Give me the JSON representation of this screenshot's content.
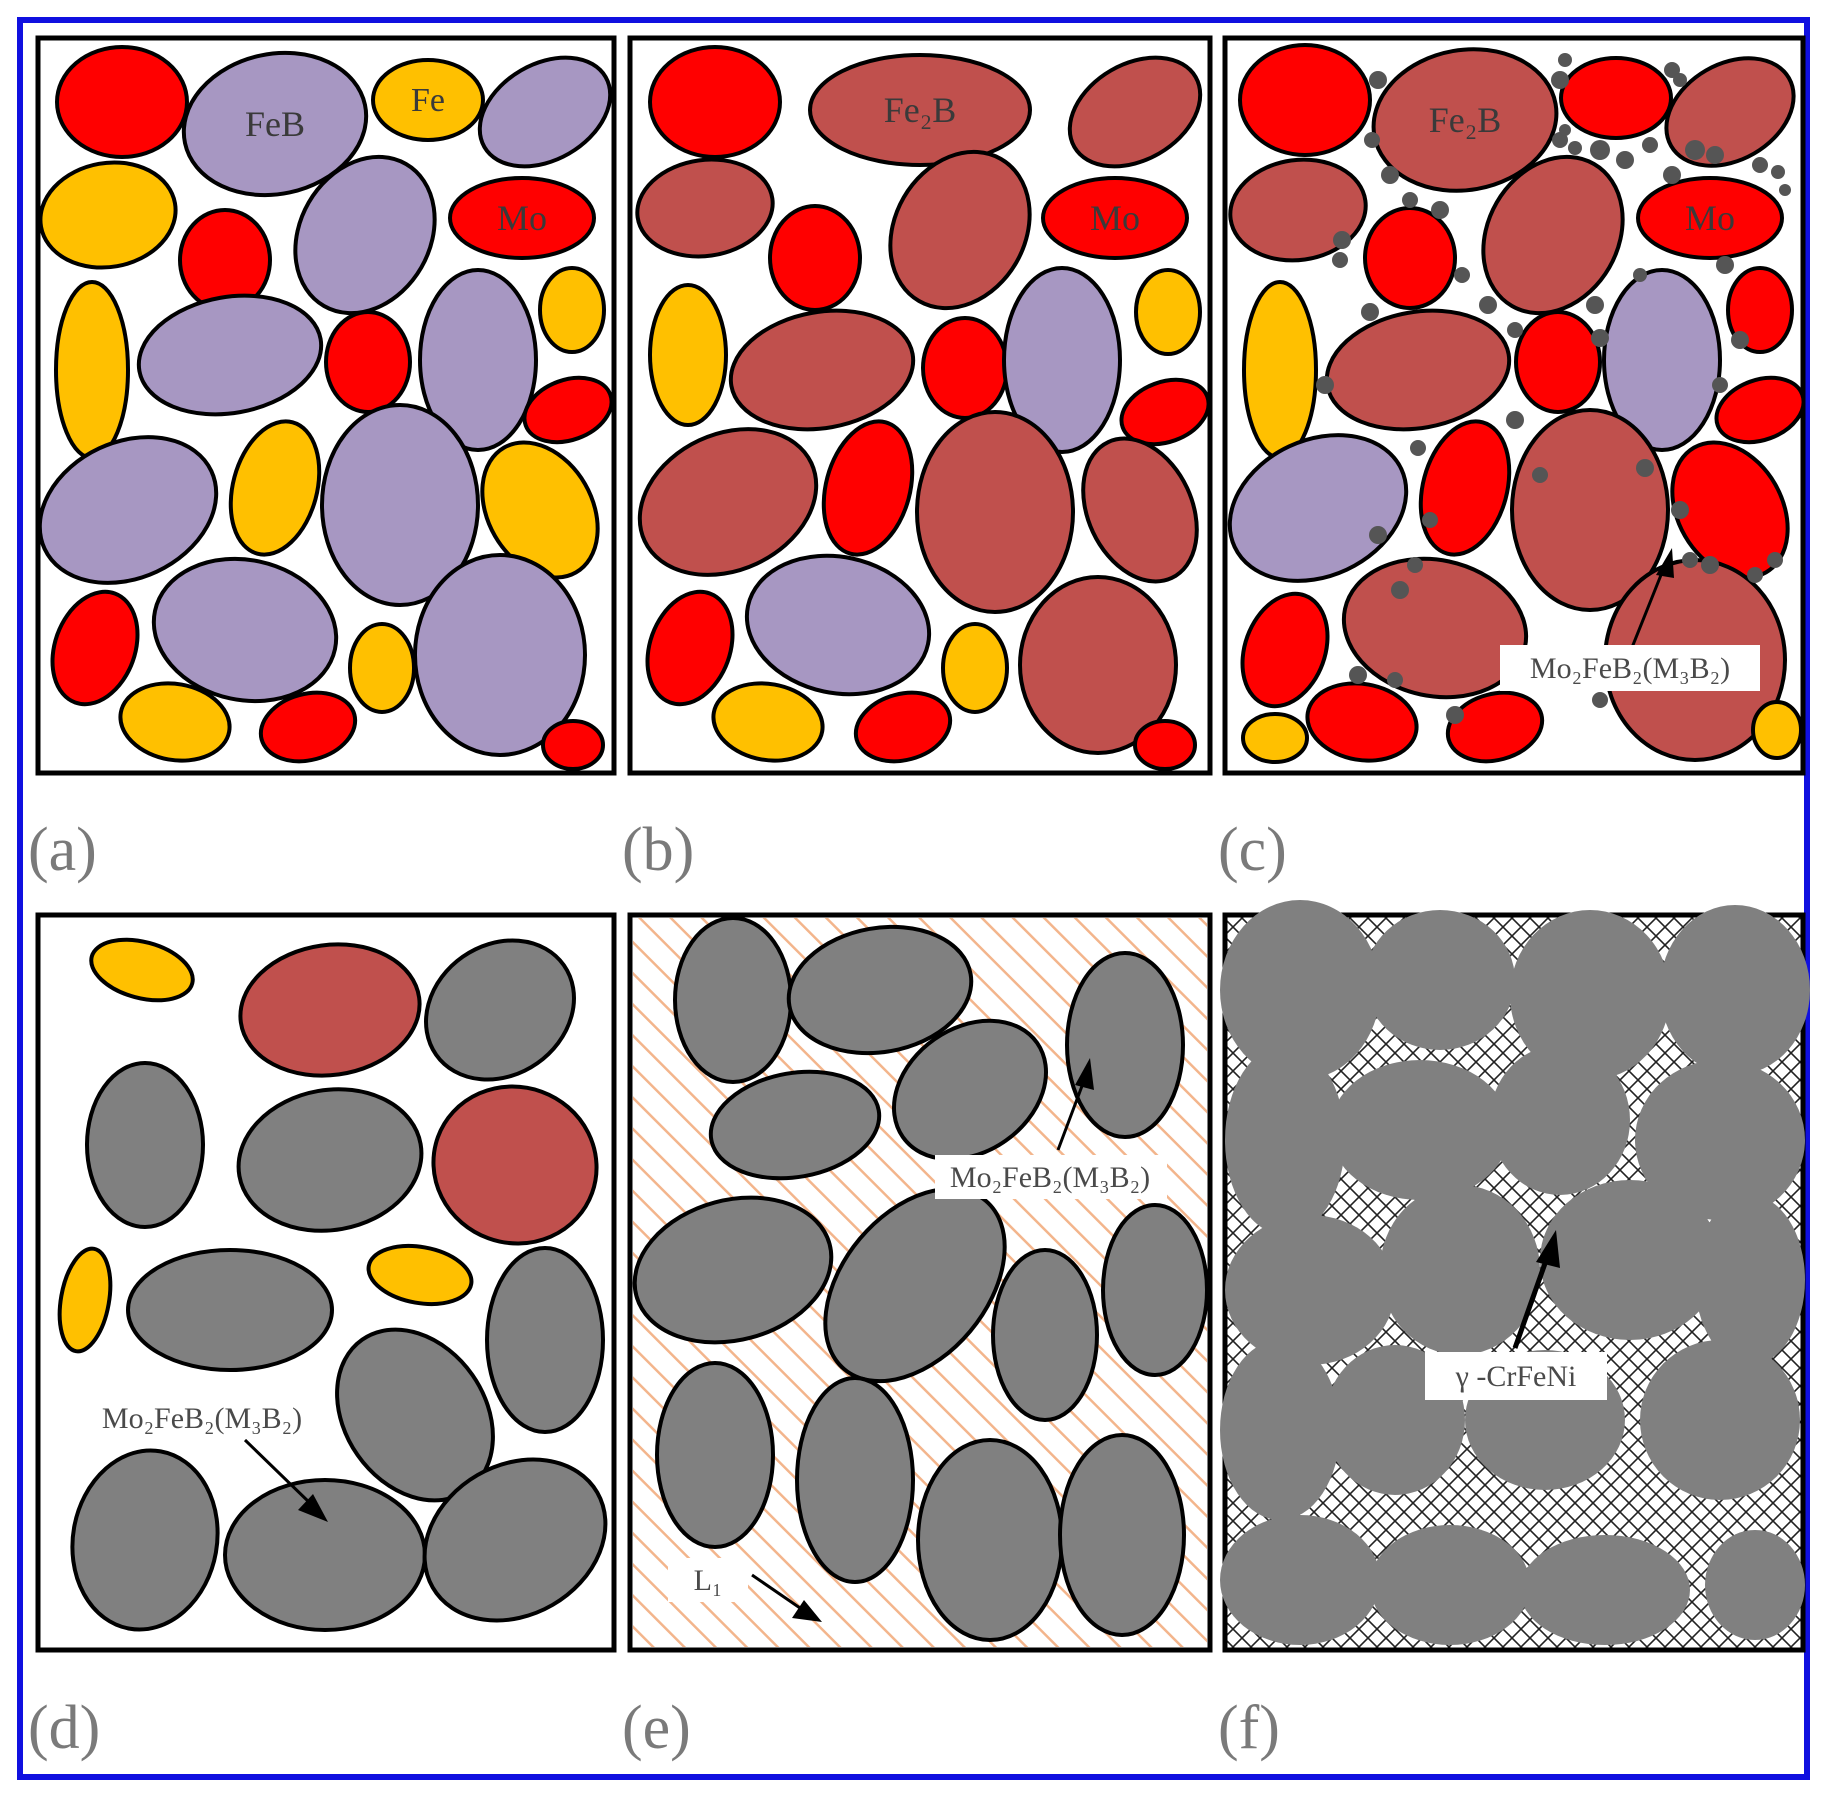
{
  "colors": {
    "frame": "#1010e0",
    "mo": "#ff0000",
    "fe": "#ffc000",
    "feb": "#a797c2",
    "fe2b": "#c0504d",
    "boride": "#808080",
    "liquid_hatch": "#f3b58c",
    "outline": "#000000"
  },
  "panels": [
    {
      "label": "(a)"
    },
    {
      "label": "(b)"
    },
    {
      "label": "(c)"
    },
    {
      "label": "(d)"
    },
    {
      "label": "(e)"
    },
    {
      "label": "(f)"
    }
  ],
  "particle_labels": {
    "feb": "FeB",
    "fe": "Fe",
    "mo": "Mo",
    "fe2b": "Fe₂B"
  },
  "callouts": {
    "boride": "Mo₂FeB₂(M₃B₂)",
    "liquid": "L₁",
    "matrix": "γ -CrFeNi"
  }
}
